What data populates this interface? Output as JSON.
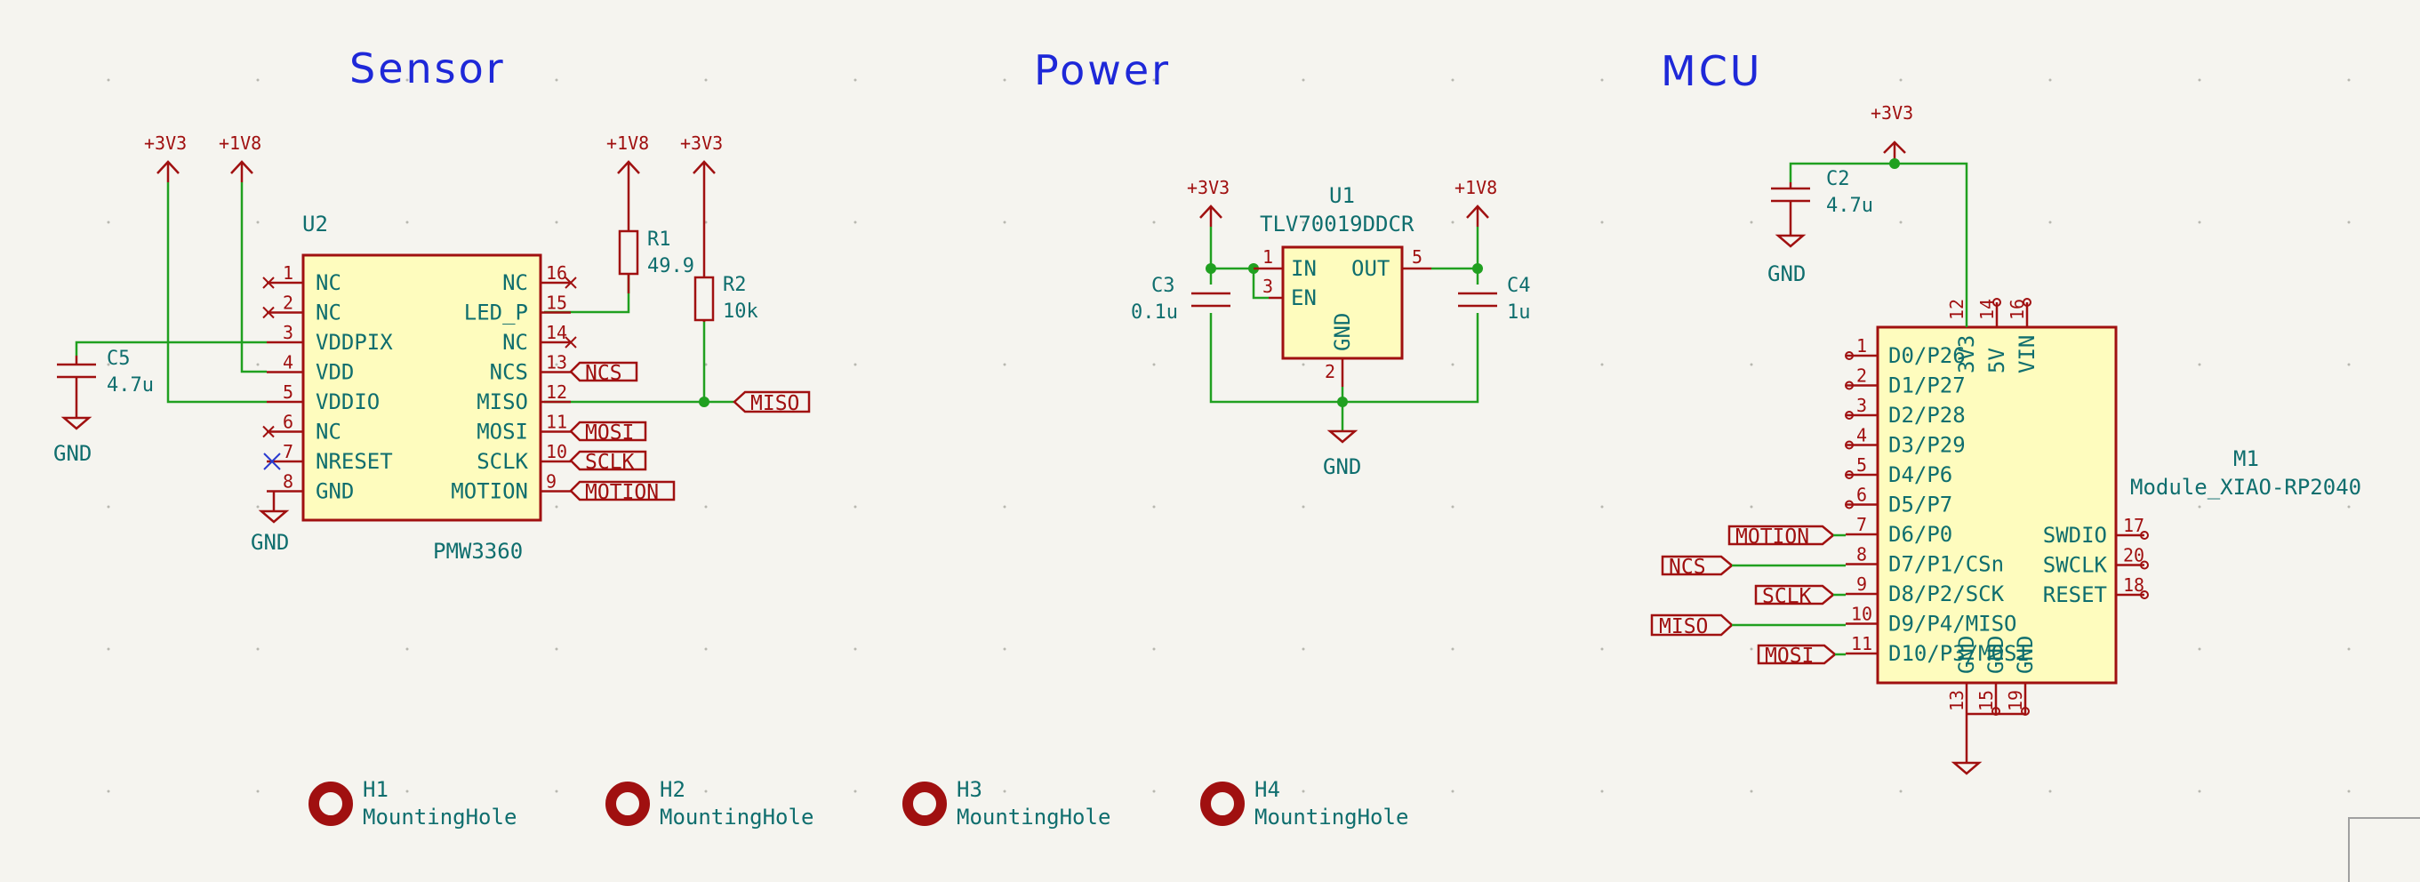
{
  "sections": {
    "sensor": "Sensor",
    "power": "Power",
    "mcu": "MCU"
  },
  "rails": {
    "v33": "+3V3",
    "v18": "+1V8",
    "gnd": "GND"
  },
  "u2": {
    "ref": "U2",
    "value": "PMW3360",
    "left_pins": [
      {
        "num": "1",
        "name": "NC"
      },
      {
        "num": "2",
        "name": "NC"
      },
      {
        "num": "3",
        "name": "VDDPIX"
      },
      {
        "num": "4",
        "name": "VDD"
      },
      {
        "num": "5",
        "name": "VDDIO"
      },
      {
        "num": "6",
        "name": "NC"
      },
      {
        "num": "7",
        "name": "NRESET"
      },
      {
        "num": "8",
        "name": "GND"
      }
    ],
    "right_pins": [
      {
        "num": "16",
        "name": "NC"
      },
      {
        "num": "15",
        "name": "LED_P"
      },
      {
        "num": "14",
        "name": "NC"
      },
      {
        "num": "13",
        "name": "NCS"
      },
      {
        "num": "12",
        "name": "MISO"
      },
      {
        "num": "11",
        "name": "MOSI"
      },
      {
        "num": "10",
        "name": "SCLK"
      },
      {
        "num": "9",
        "name": "MOTION"
      }
    ]
  },
  "r1": {
    "ref": "R1",
    "value": "49.9"
  },
  "r2": {
    "ref": "R2",
    "value": "10k"
  },
  "c5": {
    "ref": "C5",
    "value": "4.7u"
  },
  "u1": {
    "ref": "U1",
    "value": "TLV70019DDCR",
    "pins": [
      {
        "num": "1",
        "name": "IN"
      },
      {
        "num": "3",
        "name": "EN"
      },
      {
        "num": "5",
        "name": "OUT"
      },
      {
        "num": "2",
        "name": "GND"
      }
    ]
  },
  "c3": {
    "ref": "C3",
    "value": "0.1u"
  },
  "c4": {
    "ref": "C4",
    "value": "1u"
  },
  "c2": {
    "ref": "C2",
    "value": "4.7u"
  },
  "m1": {
    "ref": "M1",
    "value": "Module_XIAO-RP2040",
    "left_pins": [
      {
        "num": "1",
        "name": "D0/P26"
      },
      {
        "num": "2",
        "name": "D1/P27"
      },
      {
        "num": "3",
        "name": "D2/P28"
      },
      {
        "num": "4",
        "name": "D3/P29"
      },
      {
        "num": "5",
        "name": "D4/P6"
      },
      {
        "num": "6",
        "name": "D5/P7"
      },
      {
        "num": "7",
        "name": "D6/P0"
      },
      {
        "num": "8",
        "name": "D7/P1/CSn"
      },
      {
        "num": "9",
        "name": "D8/P2/SCK"
      },
      {
        "num": "10",
        "name": "D9/P4/MISO"
      },
      {
        "num": "11",
        "name": "D10/P3/MOSI"
      }
    ],
    "right_pins": [
      {
        "num": "17",
        "name": "SWDIO"
      },
      {
        "num": "20",
        "name": "SWCLK"
      },
      {
        "num": "18",
        "name": "RESET"
      }
    ],
    "top_pins": [
      {
        "num": "12",
        "name": "3V3"
      },
      {
        "num": "14",
        "name": "5V"
      },
      {
        "num": "16",
        "name": "VIN"
      }
    ],
    "bottom_pins": [
      {
        "num": "13",
        "name": "GND"
      },
      {
        "num": "15",
        "name": "GND"
      },
      {
        "num": "19",
        "name": "GND"
      }
    ]
  },
  "net_labels": {
    "ncs": "NCS",
    "miso": "MISO",
    "mosi": "MOSI",
    "sclk": "SCLK",
    "motion": "MOTION"
  },
  "holes": [
    {
      "ref": "H1",
      "value": "MountingHole"
    },
    {
      "ref": "H2",
      "value": "MountingHole"
    },
    {
      "ref": "H3",
      "value": "MountingHole"
    },
    {
      "ref": "H4",
      "value": "MountingHole"
    }
  ],
  "colors": {
    "wire": "#20a020",
    "symbol": "#a01010",
    "body": "#fefcbe",
    "text": "#0f6e6e",
    "title": "#1e28d8",
    "background": "#f5f4ef"
  }
}
